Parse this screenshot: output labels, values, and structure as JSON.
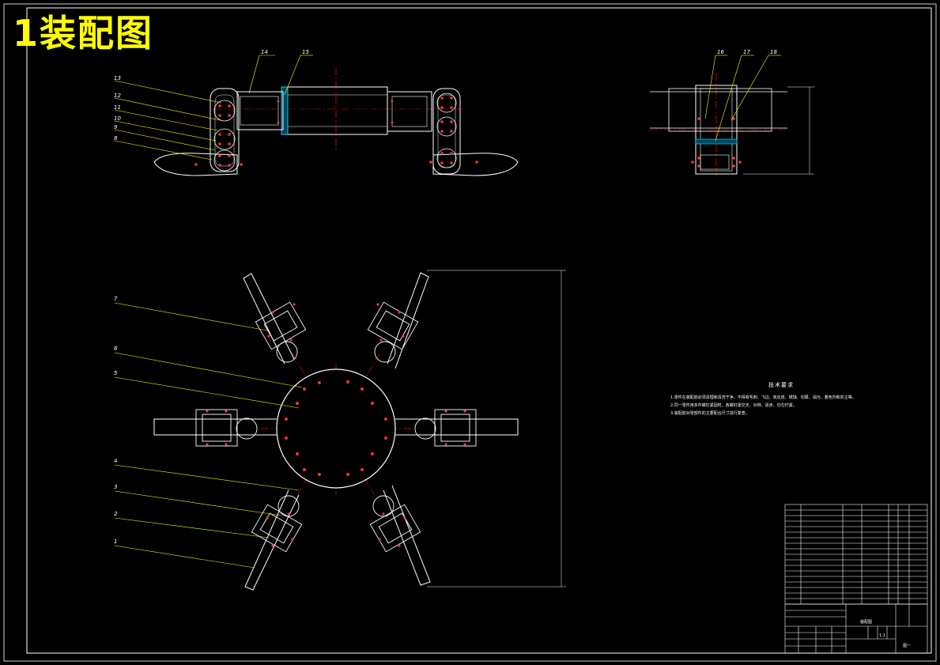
{
  "sheet": {
    "title": "1装配图",
    "colors": {
      "background": "#000000",
      "outline": "#ffffff",
      "center_line": "#ff0000",
      "leader": "#ffff00",
      "fastener": "#ff3333",
      "part_highlight": "#00ffff",
      "title_text": "#ffff00"
    }
  },
  "callouts": {
    "top_left": [
      "13",
      "12",
      "11",
      "10",
      "9",
      "8"
    ],
    "top_middle": [
      "14",
      "15"
    ],
    "side_view": [
      "16",
      "17",
      "18"
    ],
    "plan_view": [
      "7",
      "6",
      "5",
      "4",
      "3",
      "2",
      "1"
    ]
  },
  "technical_notes": {
    "title": "技术要求",
    "lines": [
      "1.零件在装配前必须清理和清洗干净，不得有毛刺、飞边、氧化皮、锈蚀、切屑、油污、着色剂和灰尘等。",
      "2.同一零件用多件螺钉紧固时，各螺钉需交叉、对称、逐步、均匀拧紧。",
      "3.装配前对零部件的主要配合尺寸进行复查。"
    ]
  },
  "title_block": {
    "drawing_name": "装配图",
    "sheet_note": "图一",
    "scale": "1:1"
  }
}
